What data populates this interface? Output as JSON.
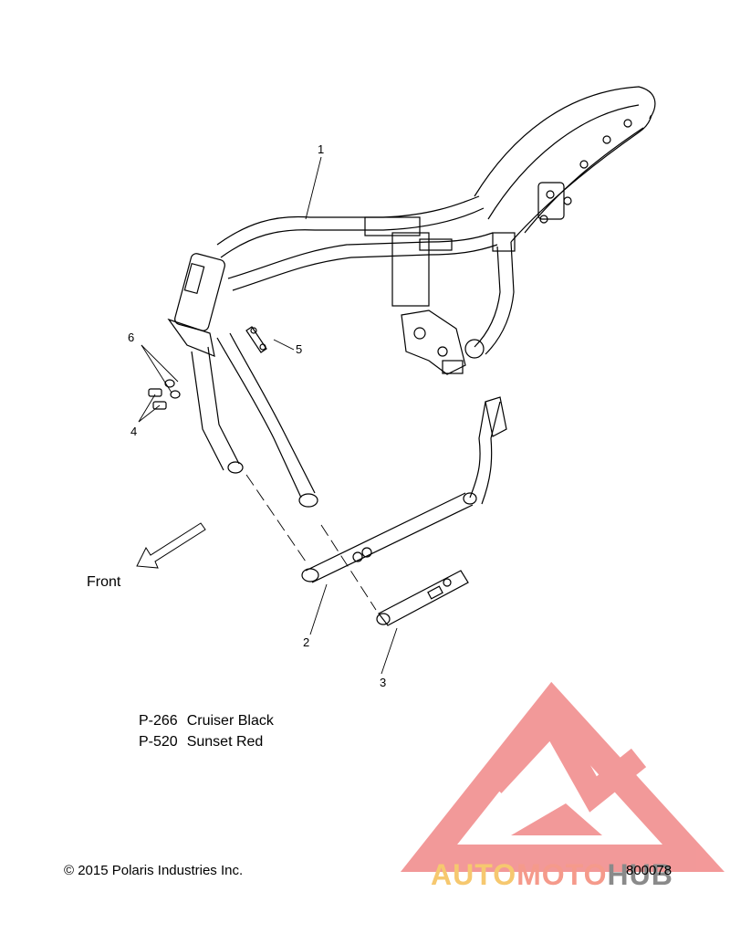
{
  "callouts": {
    "c1": "1",
    "c2": "2",
    "c3": "3",
    "c4": "4",
    "c5": "5",
    "c6": "6"
  },
  "front_label": "Front",
  "paint_codes": [
    {
      "code": "P-266",
      "name": "Cruiser Black"
    },
    {
      "code": "P-520",
      "name": "Sunset Red"
    }
  ],
  "copyright": "© 2015 Polaris Industries Inc.",
  "part_number": "800078",
  "watermark": {
    "part1": "AUTO",
    "part2": "MOTO",
    "part3": "HUB",
    "color_triangle": "#f08080",
    "color_auto": "#f6c86f",
    "color_moto": "#f59a8b",
    "color_hub": "#8a8a8a"
  },
  "line_color": "#000000"
}
